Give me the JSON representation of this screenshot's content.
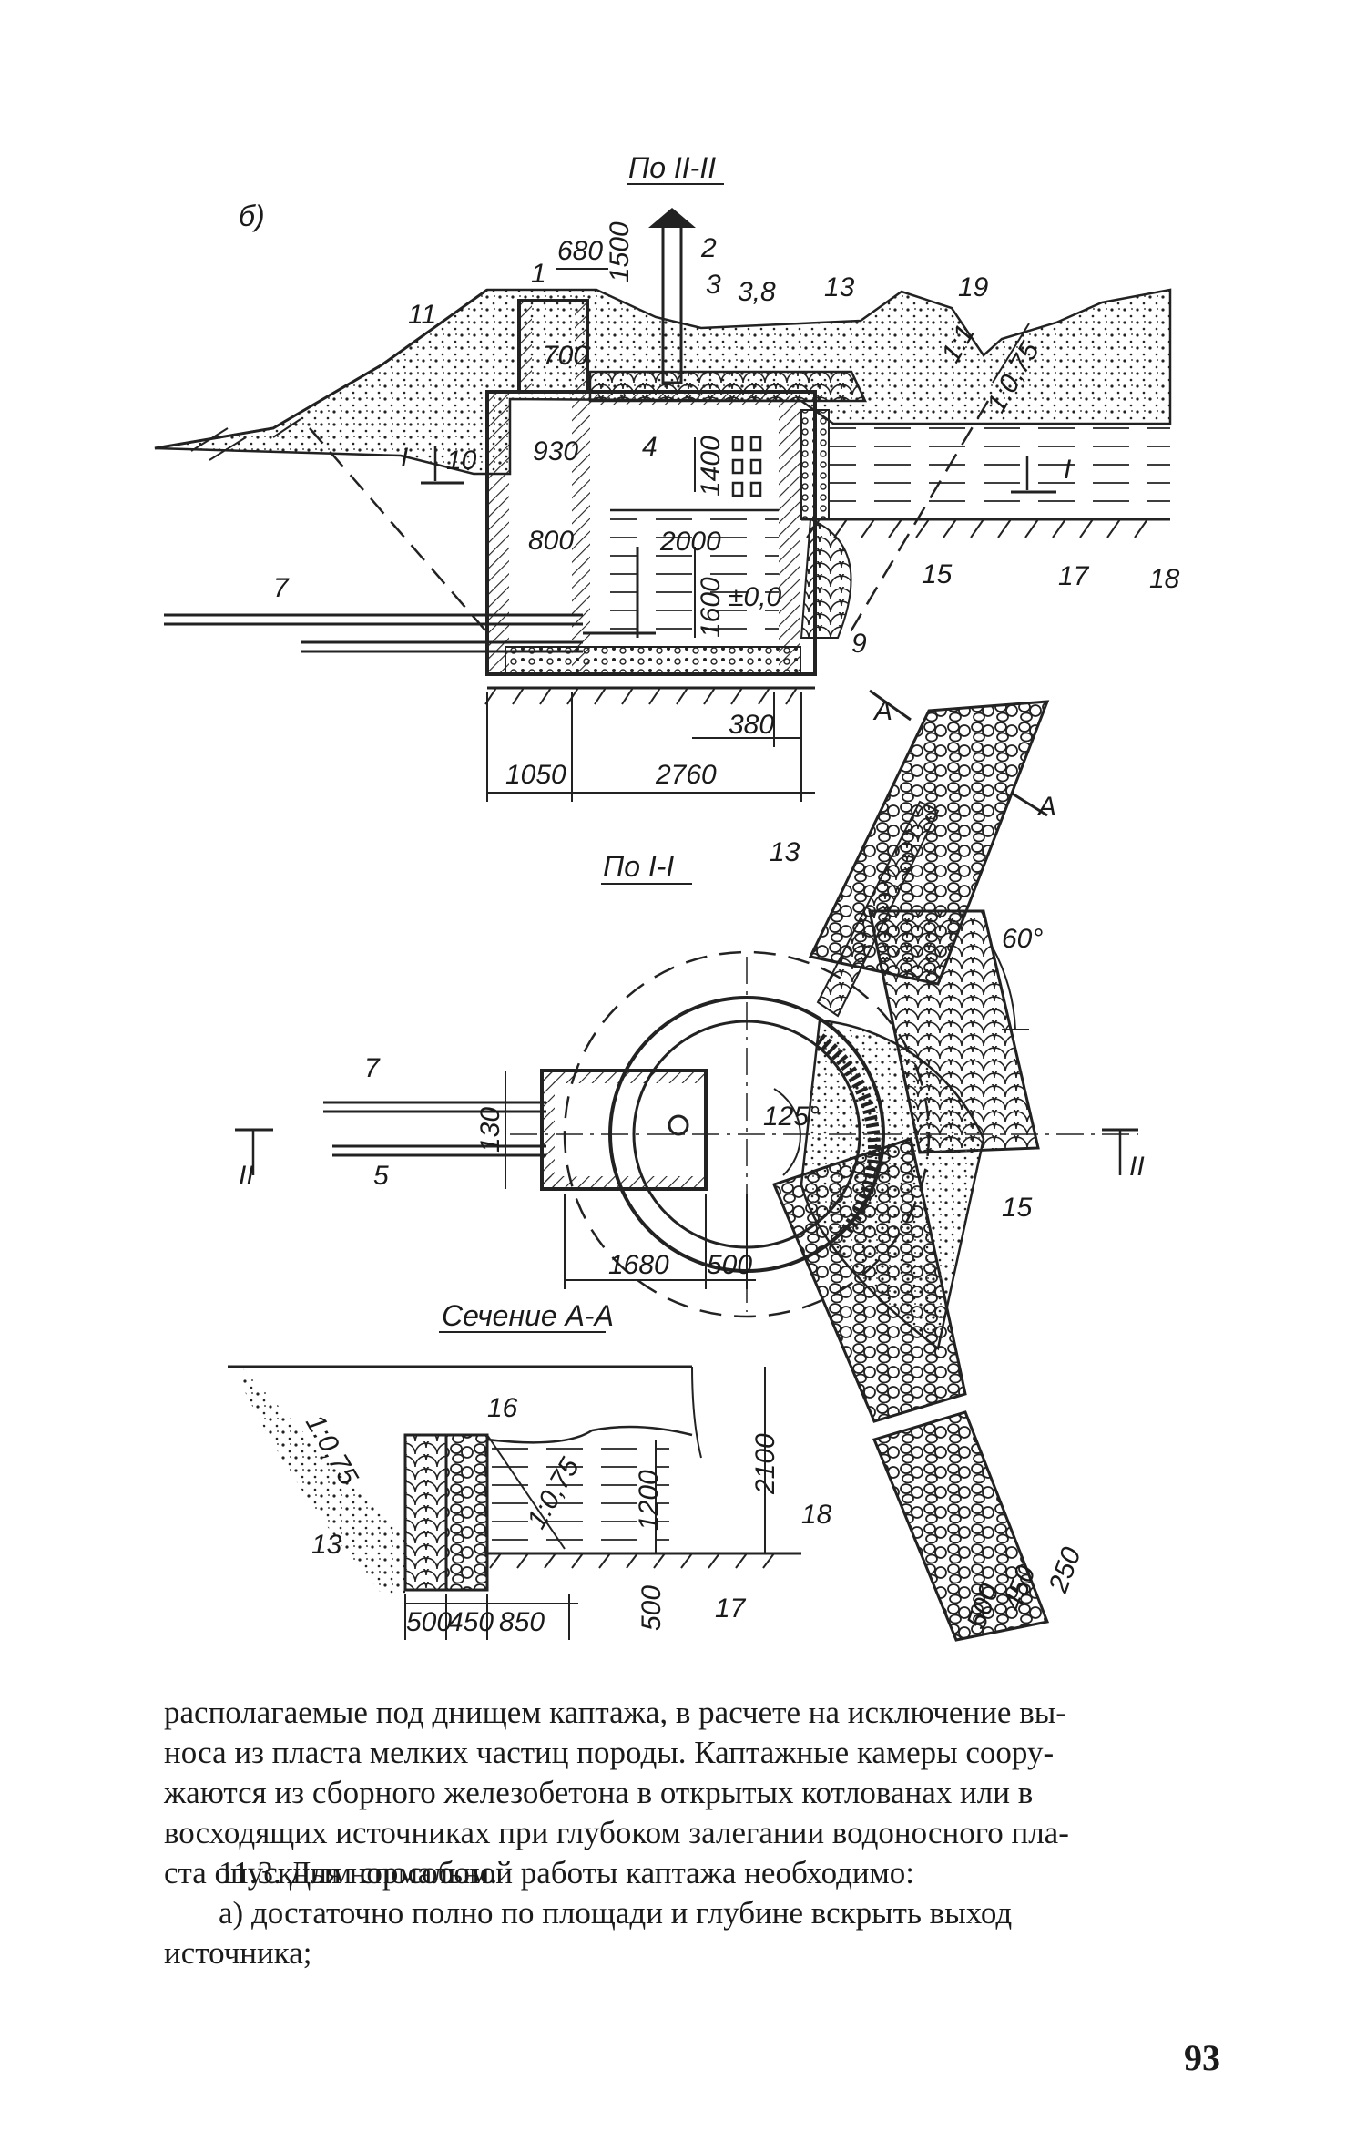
{
  "figure": {
    "part_label": "б)",
    "views": {
      "section_II": "По II-II",
      "section_I": "По I-I",
      "section_AA": "Сечение А-А",
      "cut_A": "А",
      "cut_I": "I",
      "cut_II": "II"
    },
    "callouts": [
      "1",
      "2",
      "3",
      "4",
      "5",
      "7",
      "9",
      "10",
      "11",
      "13",
      "15",
      "16",
      "17",
      "18",
      "19"
    ],
    "dimensions": {
      "d680": "680",
      "d1500": "1500",
      "d700": "700",
      "d930": "930",
      "d800": "800",
      "d1400": "1400",
      "d2000": "2000",
      "d1600": "1600",
      "d380": "380",
      "d1050": "1050",
      "d2760": "2760",
      "d130": "130",
      "d1680": "1680",
      "d500": "500",
      "d450": "450",
      "d250": "250",
      "d850": "850",
      "d1200": "1200",
      "d2100": "2100"
    },
    "elevations": {
      "top": "3,8",
      "zero": "±0,0"
    },
    "slopes": {
      "s1_1": "1:1",
      "s1_075": "1:0,75",
      "s1_075_inner": "1:0,75"
    },
    "angles": {
      "a60": "60°",
      "a125": "125°"
    }
  },
  "text": {
    "p1_lines": [
      "располагаемые под днищем каптажа, в расчете на исключение вы-",
      "носа из пласта мелких частиц породы. Каптажные камеры соору-",
      "жаются из сборного железобетона в открытых котлованах или в",
      "восходящих источниках при глубоком залегании водоносного пла-",
      "ста опускным способом."
    ],
    "p2_lines": [
      "11.3. Для нормальной работы каптажа необходимо:",
      "а) достаточно полно по площади и глубине вскрыть выход",
      "источника;"
    ]
  },
  "page_number": "93"
}
